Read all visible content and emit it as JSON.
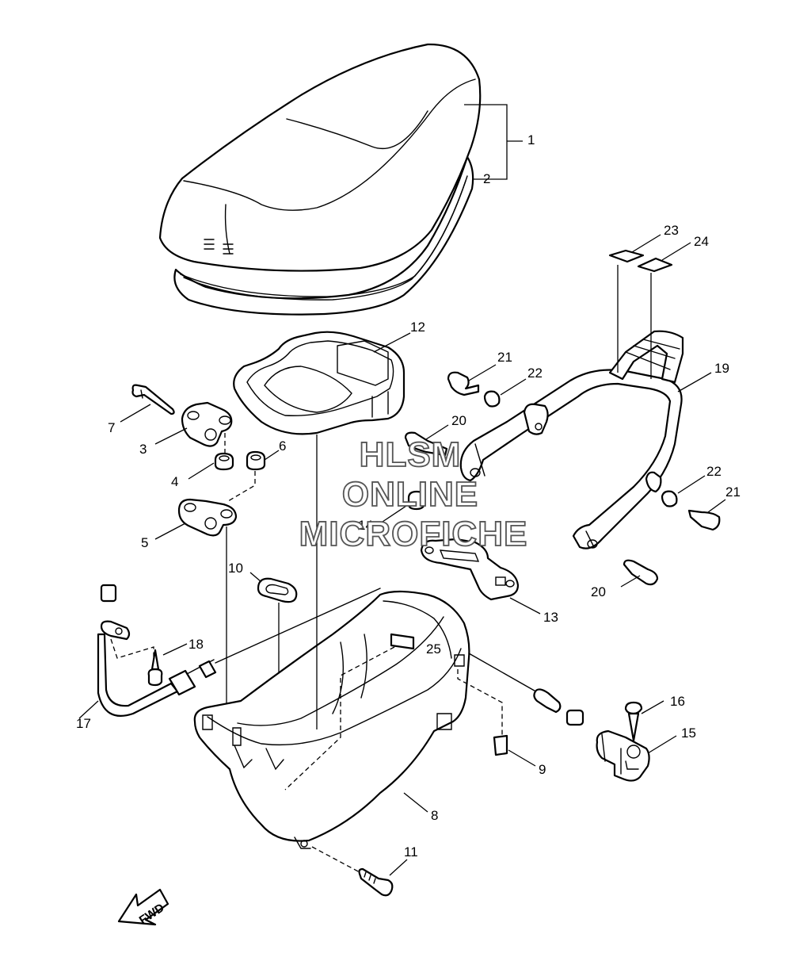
{
  "watermark": {
    "line1": "HLSM",
    "line2": "ONLINE",
    "line3": "MICROFICHE"
  },
  "direction_label": "FWD",
  "callouts": {
    "c1": "1",
    "c2": "2",
    "c3": "3",
    "c4": "4",
    "c5": "5",
    "c6": "6",
    "c7": "7",
    "c8": "8",
    "c9": "9",
    "c10": "10",
    "c11": "11",
    "c12": "12",
    "c13": "13",
    "c14": "14",
    "c15": "15",
    "c16": "16",
    "c17": "17",
    "c18": "18",
    "c19": "19",
    "c20a": "20",
    "c20b": "20",
    "c21a": "21",
    "c21b": "21",
    "c22a": "22",
    "c22b": "22",
    "c23": "23",
    "c24": "24",
    "c25": "25"
  }
}
